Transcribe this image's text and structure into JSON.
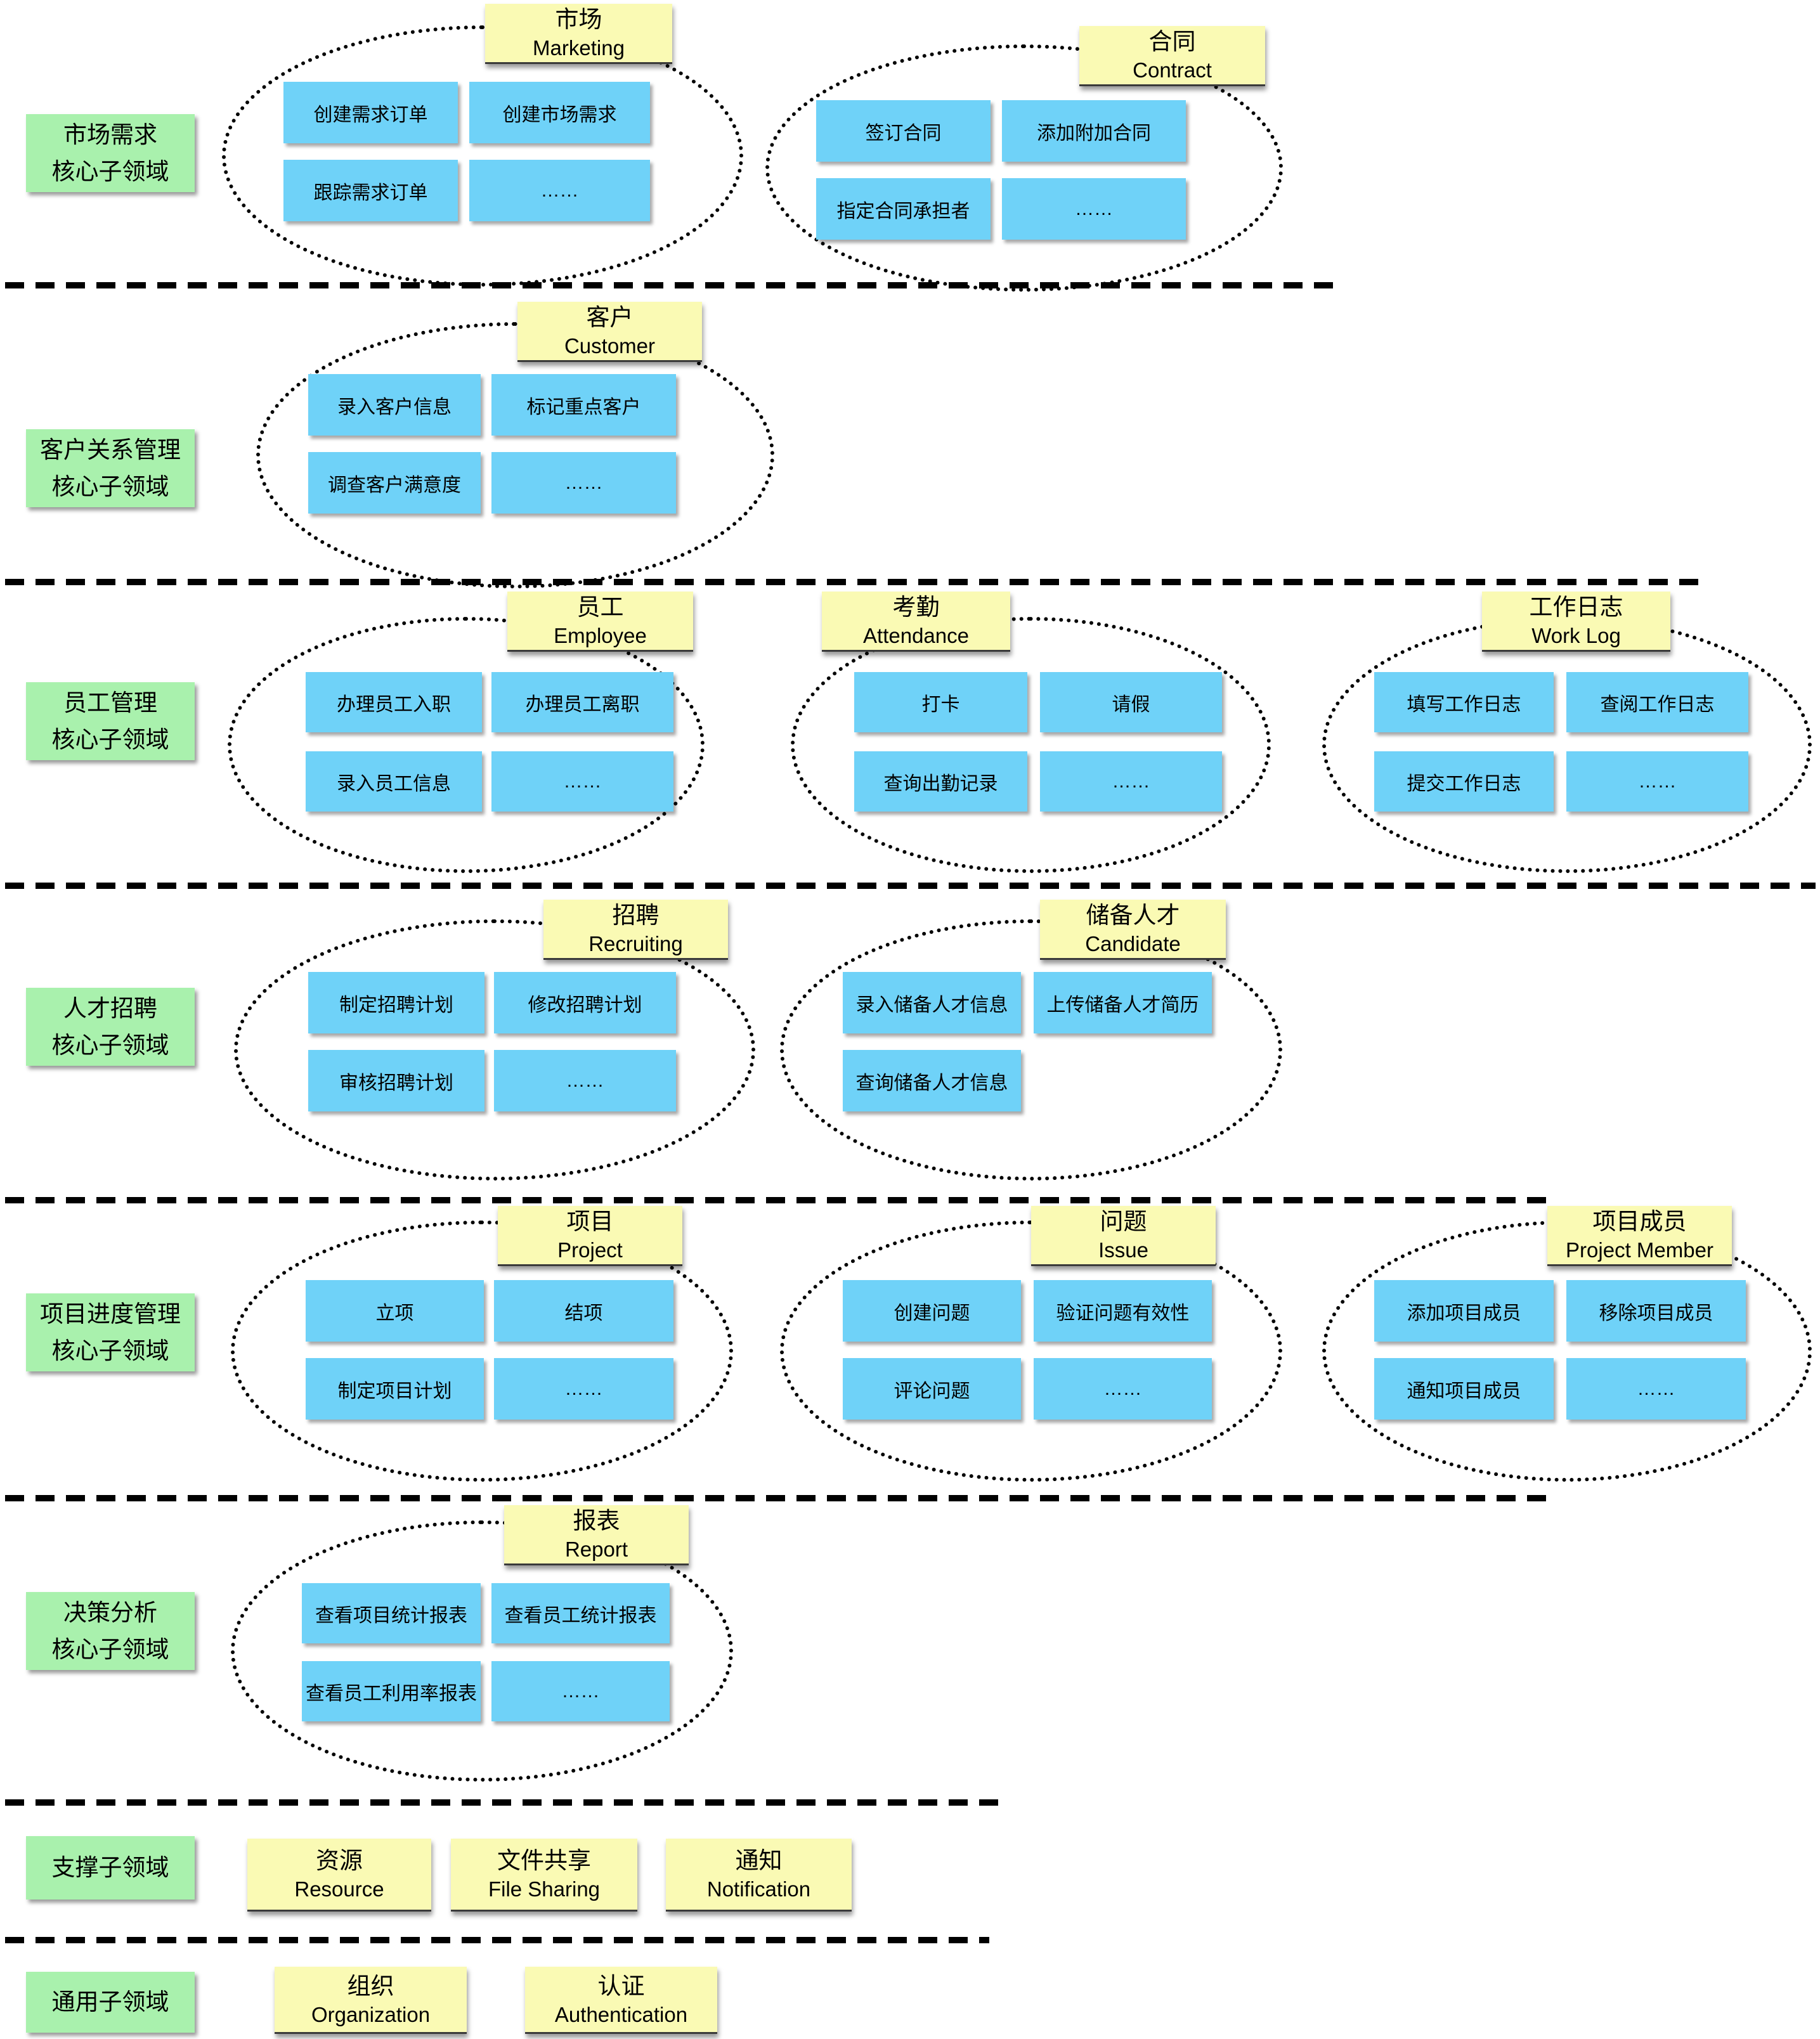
{
  "colors": {
    "green": "#A9F1AD",
    "yellow": "#FAFAB4",
    "blue": "#6FD2F8",
    "line": "#000000",
    "bg": "#FFFFFF"
  },
  "core_rows": [
    {
      "label_line1": "市场需求",
      "label_line2": "核心子领域",
      "groups": [
        {
          "name_zh": "市场",
          "name_en": "Marketing",
          "items": [
            "创建需求订单",
            "创建市场需求",
            "跟踪需求订单",
            "……"
          ]
        },
        {
          "name_zh": "合同",
          "name_en": "Contract",
          "items": [
            "签订合同",
            "添加附加合同",
            "指定合同承担者",
            "……"
          ]
        }
      ]
    },
    {
      "label_line1": "客户关系管理",
      "label_line2": "核心子领域",
      "groups": [
        {
          "name_zh": "客户",
          "name_en": "Customer",
          "items": [
            "录入客户信息",
            "标记重点客户",
            "调查客户满意度",
            "……"
          ]
        }
      ]
    },
    {
      "label_line1": "员工管理",
      "label_line2": "核心子领域",
      "groups": [
        {
          "name_zh": "员工",
          "name_en": "Employee",
          "items": [
            "办理员工入职",
            "办理员工离职",
            "录入员工信息",
            "……"
          ]
        },
        {
          "name_zh": "考勤",
          "name_en": "Attendance",
          "items": [
            "打卡",
            "请假",
            "查询出勤记录",
            "……"
          ]
        },
        {
          "name_zh": "工作日志",
          "name_en": "Work Log",
          "items": [
            "填写工作日志",
            "查阅工作日志",
            "提交工作日志",
            "……"
          ]
        }
      ]
    },
    {
      "label_line1": "人才招聘",
      "label_line2": "核心子领域",
      "groups": [
        {
          "name_zh": "招聘",
          "name_en": "Recruiting",
          "items": [
            "制定招聘计划",
            "修改招聘计划",
            "审核招聘计划",
            "……"
          ]
        },
        {
          "name_zh": "储备人才",
          "name_en": "Candidate",
          "items": [
            "录入储备人才信息",
            "上传储备人才简历",
            "查询储备人才信息"
          ]
        }
      ]
    },
    {
      "label_line1": "项目进度管理",
      "label_line2": "核心子领域",
      "groups": [
        {
          "name_zh": "项目",
          "name_en": "Project",
          "items": [
            "立项",
            "结项",
            "制定项目计划",
            "……"
          ]
        },
        {
          "name_zh": "问题",
          "name_en": "Issue",
          "items": [
            "创建问题",
            "验证问题有效性",
            "评论问题",
            "……"
          ]
        },
        {
          "name_zh": "项目成员",
          "name_en": "Project Member",
          "items": [
            "添加项目成员",
            "移除项目成员",
            "通知项目成员",
            "……"
          ]
        }
      ]
    },
    {
      "label_line1": "决策分析",
      "label_line2": "核心子领域",
      "groups": [
        {
          "name_zh": "报表",
          "name_en": "Report",
          "items": [
            "查看项目统计报表",
            "查看员工统计报表",
            "查看员工利用率报表",
            "……"
          ]
        }
      ]
    }
  ],
  "support_row": {
    "label": "支撑子领域",
    "domains": [
      {
        "zh": "资源",
        "en": "Resource"
      },
      {
        "zh": "文件共享",
        "en": "File Sharing"
      },
      {
        "zh": "通知",
        "en": "Notification"
      }
    ]
  },
  "generic_row": {
    "label": "通用子领域",
    "domains": [
      {
        "zh": "组织",
        "en": "Organization"
      },
      {
        "zh": "认证",
        "en": "Authentication"
      }
    ]
  }
}
